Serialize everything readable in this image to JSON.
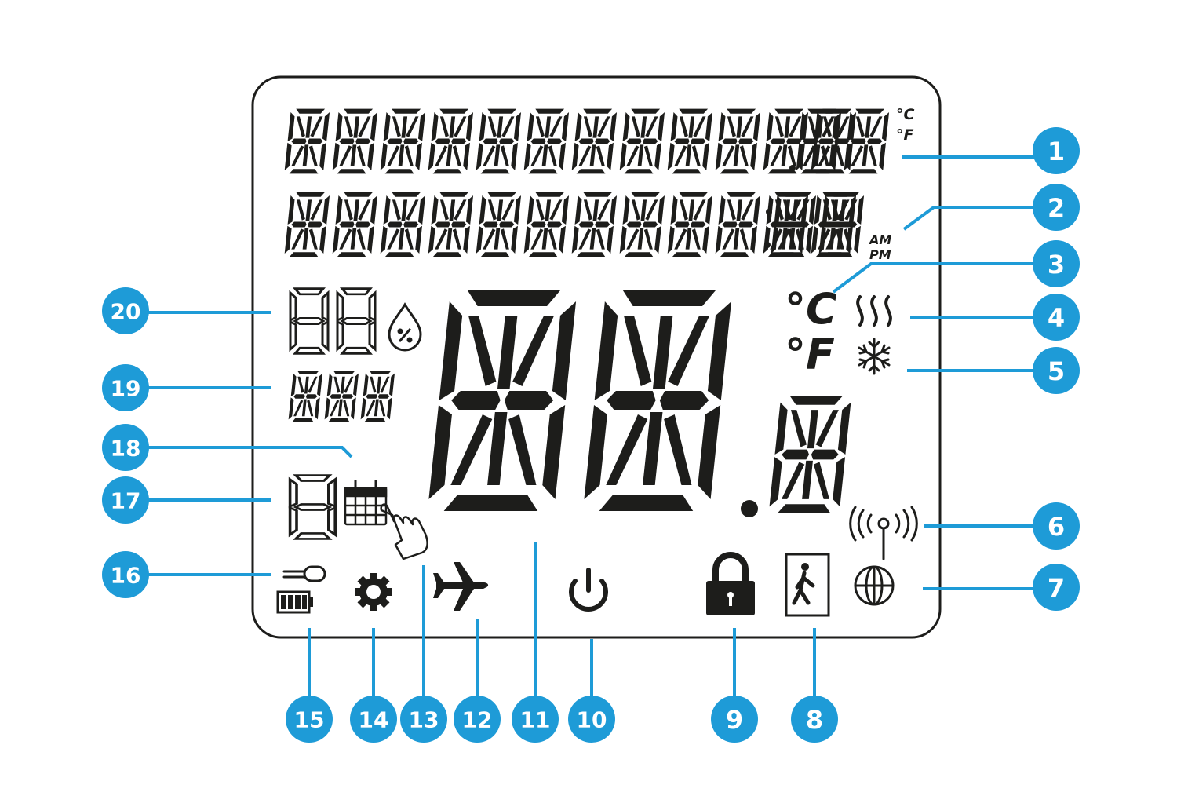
{
  "colors": {
    "lcd_ink": "#1d1d1b",
    "callout": "#1e9bd7",
    "background": "#ffffff"
  },
  "lcd": {
    "row1_units": [
      "°C",
      "°F"
    ],
    "row2_ampm": [
      "AM",
      "PM"
    ],
    "main_units": [
      "°C",
      "°F"
    ]
  },
  "icons": [
    "heating-icon",
    "cooling-icon",
    "signal-icon",
    "internet-icon",
    "occupancy-icon",
    "lock-icon",
    "power-icon",
    "airplane-icon",
    "hand-pointer-icon",
    "gear-icon",
    "battery-icon",
    "plug-icon",
    "calendar-icon",
    "humidity-icon"
  ],
  "callouts": [
    "1",
    "2",
    "3",
    "4",
    "5",
    "6",
    "7",
    "8",
    "9",
    "10",
    "11",
    "12",
    "13",
    "14",
    "15",
    "16",
    "17",
    "18",
    "19",
    "20"
  ]
}
